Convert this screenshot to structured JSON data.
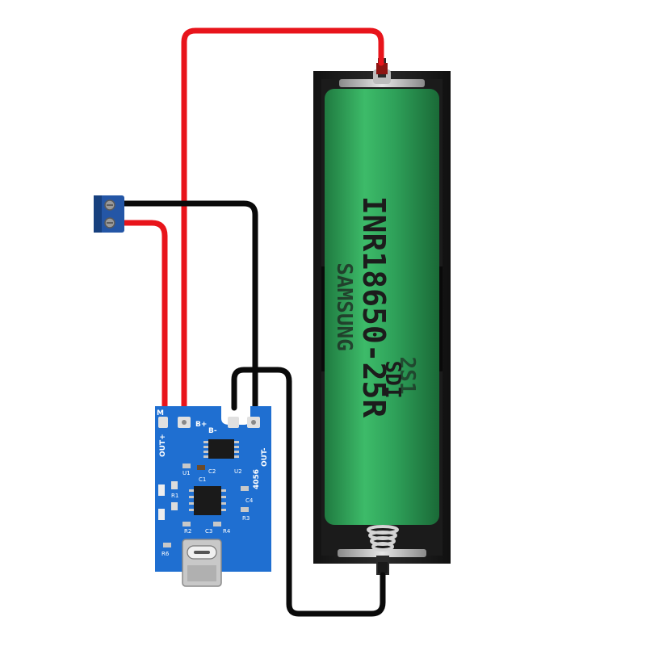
{
  "battery": {
    "model_label": "INR18650-25R",
    "brand_label": "SAMSUNG",
    "sub_label": "SDI",
    "extra_label": "2S1",
    "color": "#2fa25a"
  },
  "board": {
    "color": "#1f6fd1",
    "labels": {
      "b_plus": "B+",
      "b_minus": "B-",
      "out_plus": "OUT+",
      "out_minus": "OUT-",
      "chip": "4056",
      "m": "M",
      "c1": "C1",
      "c2": "C2",
      "c3": "C3",
      "c4": "C4",
      "u1": "U1",
      "u2": "U2",
      "r1": "R1",
      "r2": "R2",
      "r3": "R3",
      "r4": "R4",
      "r6": "R6"
    }
  },
  "wires": {
    "positive_color": "#e8141b",
    "negative_color": "#0a0a0a"
  },
  "terminal": {
    "color": "#2456a6"
  }
}
